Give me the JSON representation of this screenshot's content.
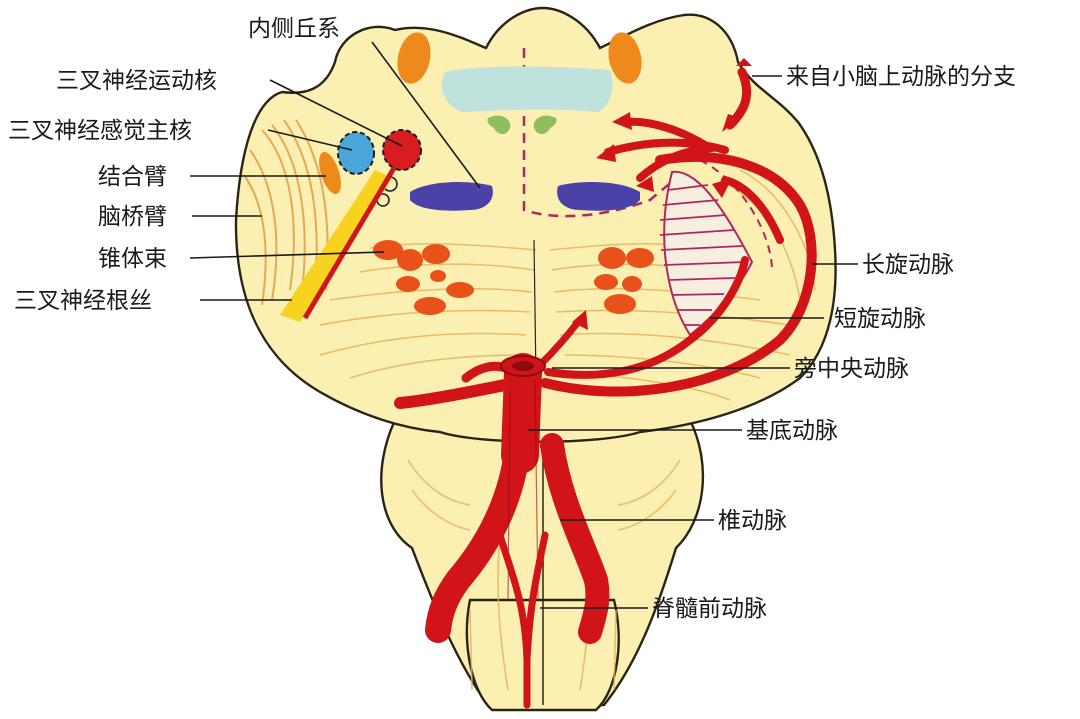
{
  "colors": {
    "tissue": "#fbefb2",
    "tissue_stroke": "#2a2417",
    "fiber": "#e6b25a",
    "artery": "#d01418",
    "artery_dark": "#8e0a0e",
    "nucleus_orange": "#ee8a1c",
    "pyramidal": "#e8521a",
    "lemniscus": "#4b42a8",
    "sensory_nucleus": "#4aa6d8",
    "motor_nucleus": "#d81c20",
    "nerve_root": "#f7d21e",
    "fourth_ventricle": "#bfe3dc",
    "small_nucleus": "#8fbf5c",
    "territory": "#b0285a"
  },
  "labels": {
    "medial_lemniscus": "内侧丘系",
    "trigeminal_motor": "三叉神经运动核",
    "trigeminal_sensory": "三叉神经感觉主核",
    "brachium_conjunctivum": "结合臂",
    "brachium_pontis": "脑桥臂",
    "pyramidal_tract": "锥体束",
    "trigeminal_root": "三叉神经根丝",
    "sca_branch": "来自小脑上动脉的分支",
    "long_circumflex": "长旋动脉",
    "short_circumflex": "短旋动脉",
    "paramedian": "旁中央动脉",
    "basilar": "基底动脉",
    "vertebral": "椎动脉",
    "anterior_spinal": "脊髓前动脉"
  }
}
